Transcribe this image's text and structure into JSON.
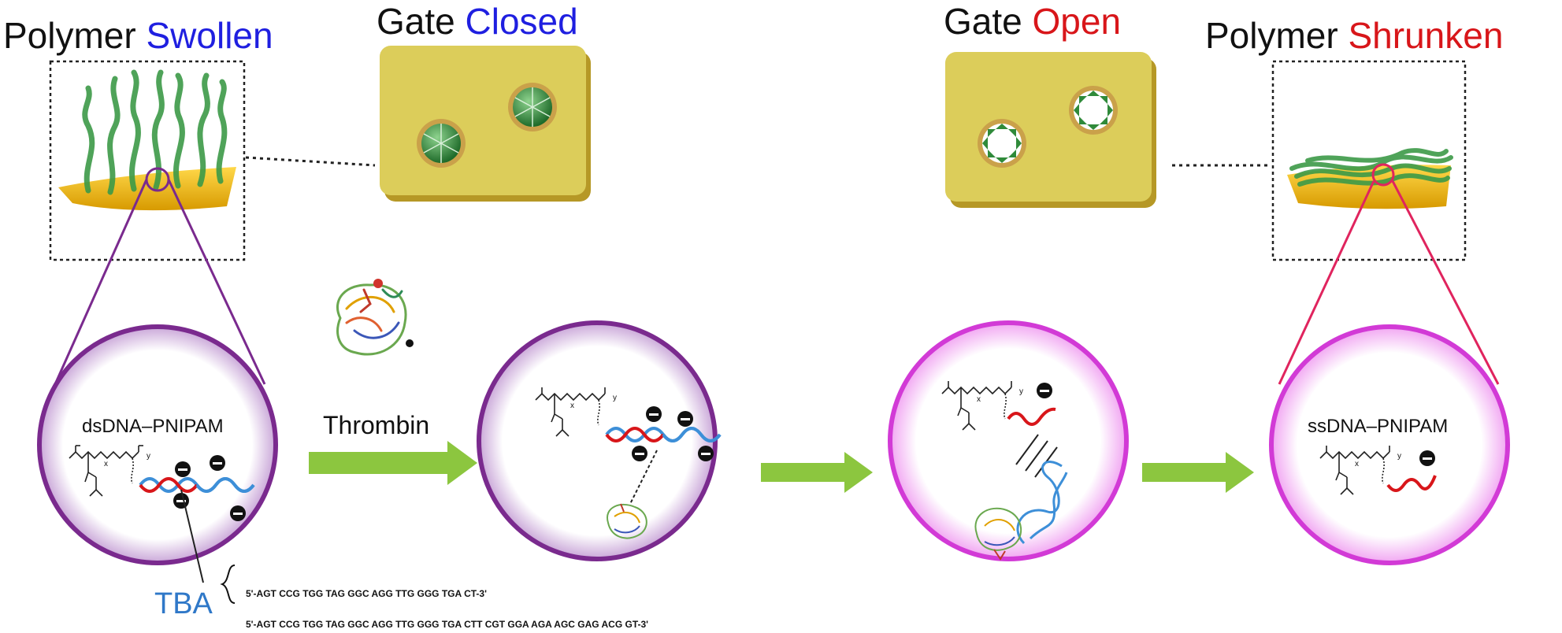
{
  "titles": {
    "polymer_swollen": {
      "prefix": "Polymer",
      "state": "Swollen"
    },
    "gate_closed": {
      "prefix": "Gate",
      "state": "Closed"
    },
    "gate_open": {
      "prefix": "Gate",
      "state": "Open"
    },
    "polymer_shrunken": {
      "prefix": "Polymer",
      "state": "Shrunken"
    }
  },
  "labels": {
    "dsdna": "dsDNA–PNIPAM",
    "ssdna": "ssDNA–PNIPAM",
    "thrombin": "Thrombin",
    "tba": "TBA"
  },
  "sequences": [
    "5'-AGT CCG TGG TAG GGC AGG TTG GGG TGA CT-3'",
    "5'-AGT CCG TGG TAG GGC AGG TTG GGG TGA CTT CGT GGA AGA AGC GAG ACG GT-3'"
  ],
  "subscripts": {
    "x": "x",
    "y": "y"
  },
  "colors": {
    "swollen_blue": "#1f1fe0",
    "shrunken_red": "#d8161a",
    "membrane_yellow": "#dcc95a",
    "arrow_green": "#8cc63f",
    "purple_ring": "#7a2a8e",
    "magenta_ring": "#d23ad6",
    "dna_red": "#d8161a",
    "dna_blue": "#3d8fd8"
  }
}
